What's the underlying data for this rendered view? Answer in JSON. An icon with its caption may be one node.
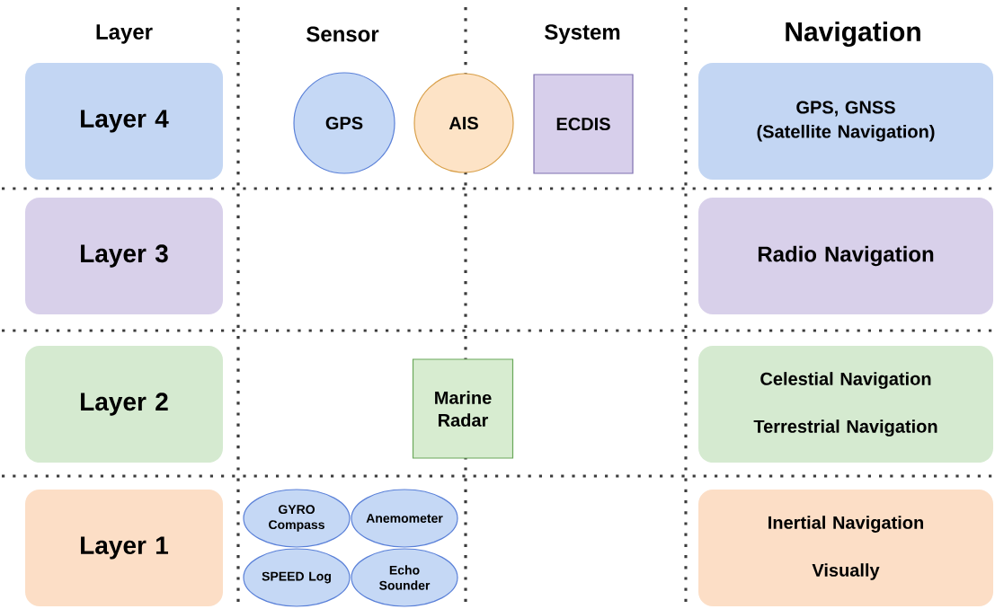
{
  "diagram": {
    "nodes": [
      {
        "text": [
          "Layer 4"
        ]
      },
      {
        "text": [
          "GPS"
        ]
      },
      {
        "text": [
          "AIS"
        ]
      },
      {
        "text": [
          "ECDIS"
        ]
      },
      {
        "text": [
          "GPS, GNSS",
          "(Satellite Navigation)"
        ]
      },
      {
        "text": [
          "Layer 3"
        ]
      },
      {
        "text": [
          "Radio Navigation"
        ]
      },
      {
        "text": [
          "Layer 2"
        ]
      },
      {
        "text": [
          "Marine Radar"
        ]
      },
      {
        "text": [
          "Celestial Navigation",
          "Terrestrial Navigation"
        ]
      },
      {
        "text": [
          "Layer 1"
        ]
      },
      {
        "text": [
          "GYRO Compass"
        ]
      },
      {
        "text": [
          "Anemometer"
        ]
      },
      {
        "text": [
          "SPEED Log"
        ]
      },
      {
        "text": [
          "Echo Sounder"
        ]
      },
      {
        "text": [
          "Inertial Navigation",
          "Visually"
        ]
      }
    ],
    "labels": [
      "Layer",
      "Sensor",
      "System",
      "Navigation"
    ]
  }
}
